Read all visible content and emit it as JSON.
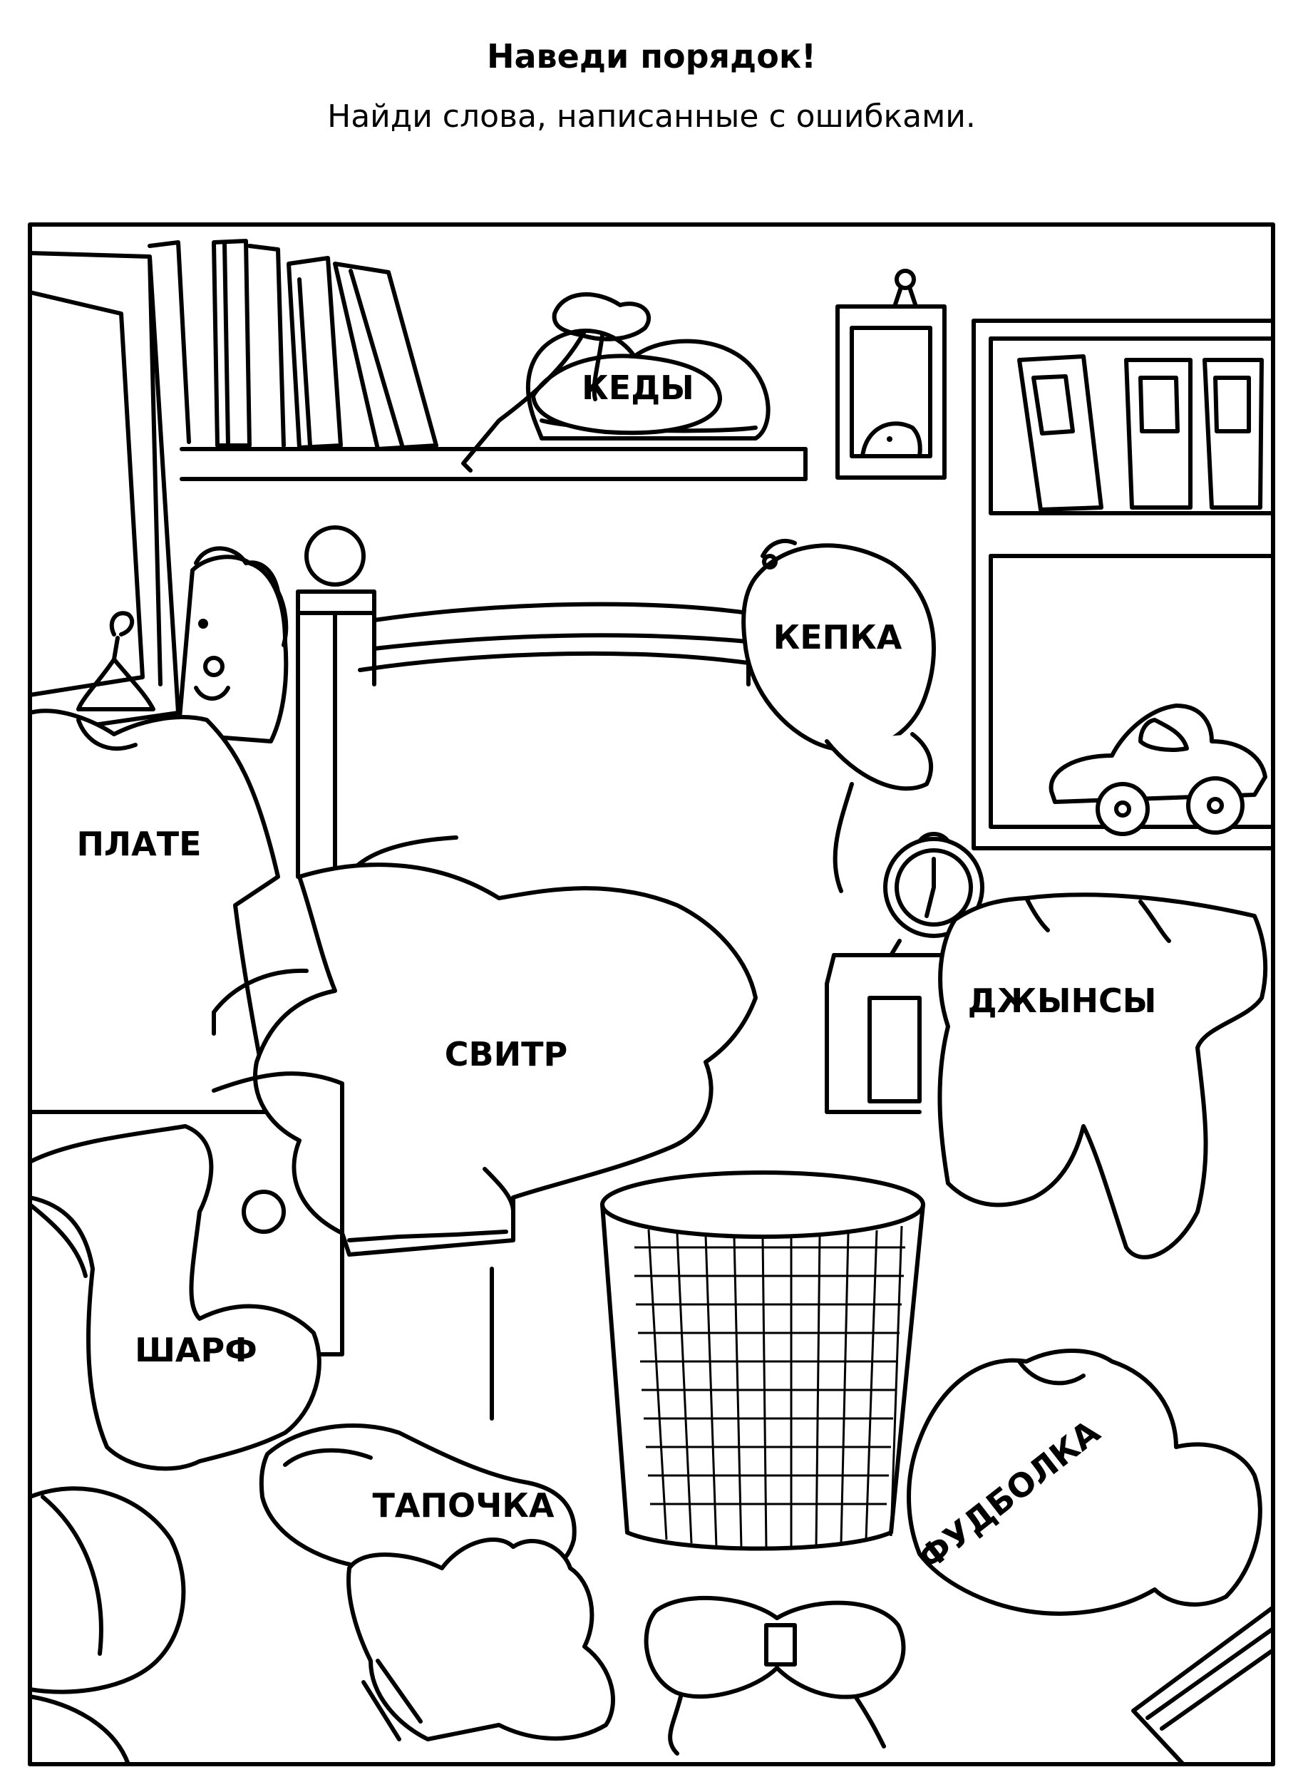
{
  "header": {
    "title": "Наведи порядок!",
    "subtitle": "Найди слова, написанные с ошибками."
  },
  "labels": {
    "kedy": "КЕДЫ",
    "kepka": "КЕПКА",
    "plate": "ПЛАТЕ",
    "svitr": "СВИТР",
    "dzhinsy": "ДЖЫНСЫ",
    "sharf": "ШАРФ",
    "tapochka": "ТАПОЧКА",
    "futbolka": "ФУДБОЛКА"
  }
}
